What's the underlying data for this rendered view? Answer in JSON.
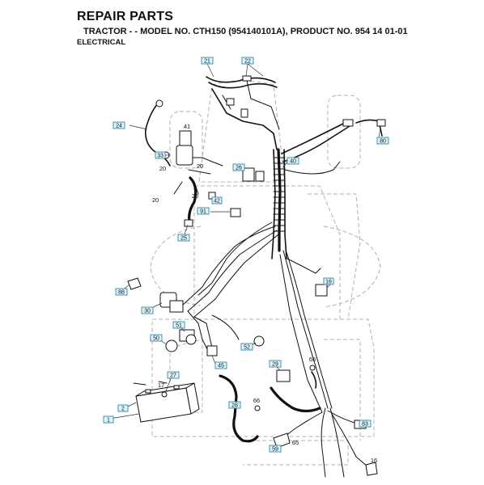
{
  "header": {
    "title": "REPAIR PARTS",
    "subtitle": "TRACTOR - - MODEL NO. CTH150 (954140101A), PRODUCT NO. 954 14 01-01",
    "section": "ELECTRICAL"
  },
  "callouts": {
    "c21": "21",
    "c22": "22",
    "c24": "24",
    "c80": "80",
    "c33": "33",
    "c40": "40",
    "c26": "26",
    "c42": "42",
    "c91": "91",
    "c25": "25",
    "c16": "16",
    "c88": "88",
    "c30": "30",
    "c51": "51",
    "c50": "50",
    "c52": "52",
    "c45": "45",
    "c29": "29",
    "c27": "27",
    "c28": "28",
    "c2": "2",
    "c1": "1",
    "c83": "83",
    "c59": "59"
  },
  "labels": {
    "l41": "41",
    "l20a": "20",
    "l20b": "20",
    "l20c": "20",
    "l20d": "20",
    "l66a": "66",
    "l66b": "66",
    "l65": "65",
    "l17": "17",
    "l16b": "16"
  }
}
